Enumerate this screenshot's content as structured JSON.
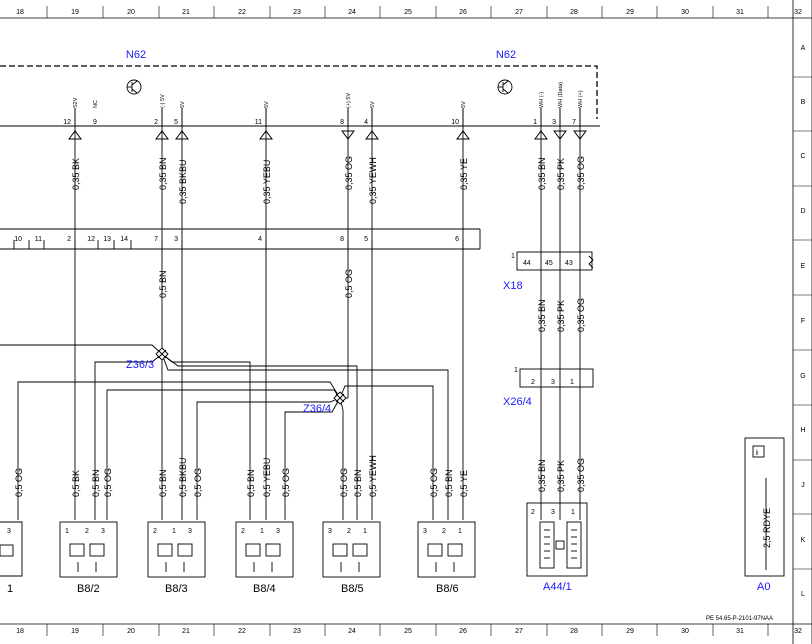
{
  "rulers": {
    "columns": [
      "18",
      "19",
      "20",
      "21",
      "22",
      "23",
      "24",
      "25",
      "26",
      "27",
      "28",
      "29",
      "30",
      "31",
      "32"
    ],
    "rows": [
      "A",
      "B",
      "C",
      "D",
      "E",
      "F",
      "G",
      "H",
      "J",
      "K",
      "L"
    ]
  },
  "components": {
    "n62_left": "N62",
    "n62_right": "N62",
    "z36_3": "Z36/3",
    "z36_4": "Z36/4",
    "x18": "X18",
    "x26_4": "X26/4",
    "a44_1": "A44/1",
    "a0": "A0",
    "b8_2": "B8/2",
    "b8_3": "B8/3",
    "b8_4": "B8/4",
    "b8_5": "B8/5",
    "b8_6": "B8/6",
    "partial_left": "1"
  },
  "n62_pins": [
    "12",
    "9",
    "2",
    "5",
    "11",
    "8",
    "4",
    "10",
    "1",
    "3",
    "7"
  ],
  "n62_signals": [
    "S2V",
    "NC",
    "(-) 5V",
    "5V",
    "5V",
    "(+) 5V",
    "5V",
    "5V",
    "WH (-)",
    "WH (Data)",
    "WH (+)"
  ],
  "upper_wires": [
    "0,35 BK",
    "0,35 BN",
    "0,35 BKBU",
    "0,35 YEBU",
    "0,35 OG",
    "0,35 YEWH",
    "0,35 YE",
    "0,35 BN",
    "0,35 PK",
    "0,35 OG"
  ],
  "mid_connector_pins": [
    "10",
    "11",
    "2",
    "12",
    "13",
    "14",
    "7",
    "3",
    "4",
    "8",
    "5",
    "6"
  ],
  "mid_wires": [
    "0,5 BN",
    "0,5 OG"
  ],
  "x18_pins": [
    "1",
    "44",
    "45",
    "43"
  ],
  "x18_wires": [
    "0,35 BN",
    "0,35 PK",
    "0,35 OG"
  ],
  "x26_pins": [
    "1",
    "2",
    "3",
    "1"
  ],
  "a44_wires": [
    "0,35 BN",
    "0,35 PK",
    "0,35 OG"
  ],
  "a44_pins": [
    "2",
    "3",
    "1"
  ],
  "bottom_wires": [
    "0,5 OG",
    "0,5 BK",
    "0,5 BN",
    "0,5 OG",
    "0,5 BN",
    "0,5 BKBU",
    "0,5 OG",
    "0,5 BN",
    "0,5 YEBU",
    "0,5 OG",
    "0,5 OG",
    "0,5 BN",
    "0,5 YEWH",
    "0,5 OG",
    "0,5 BN",
    "0,5 YE"
  ],
  "sensor_pins": {
    "partial": [
      "3"
    ],
    "b8_2": [
      "1",
      "2",
      "3"
    ],
    "b8_3": [
      "2",
      "1",
      "3"
    ],
    "b8_4": [
      "2",
      "1",
      "3"
    ],
    "b8_5": [
      "3",
      "2",
      "1"
    ],
    "b8_6": [
      "3",
      "2",
      "1"
    ]
  },
  "a0_wire": "2,5 RDYE",
  "a0_icon": "i",
  "footer": "PE 54.65-P-2101-97NAA",
  "colors": {
    "label_blue": "#1a1aff",
    "line": "#000000"
  }
}
